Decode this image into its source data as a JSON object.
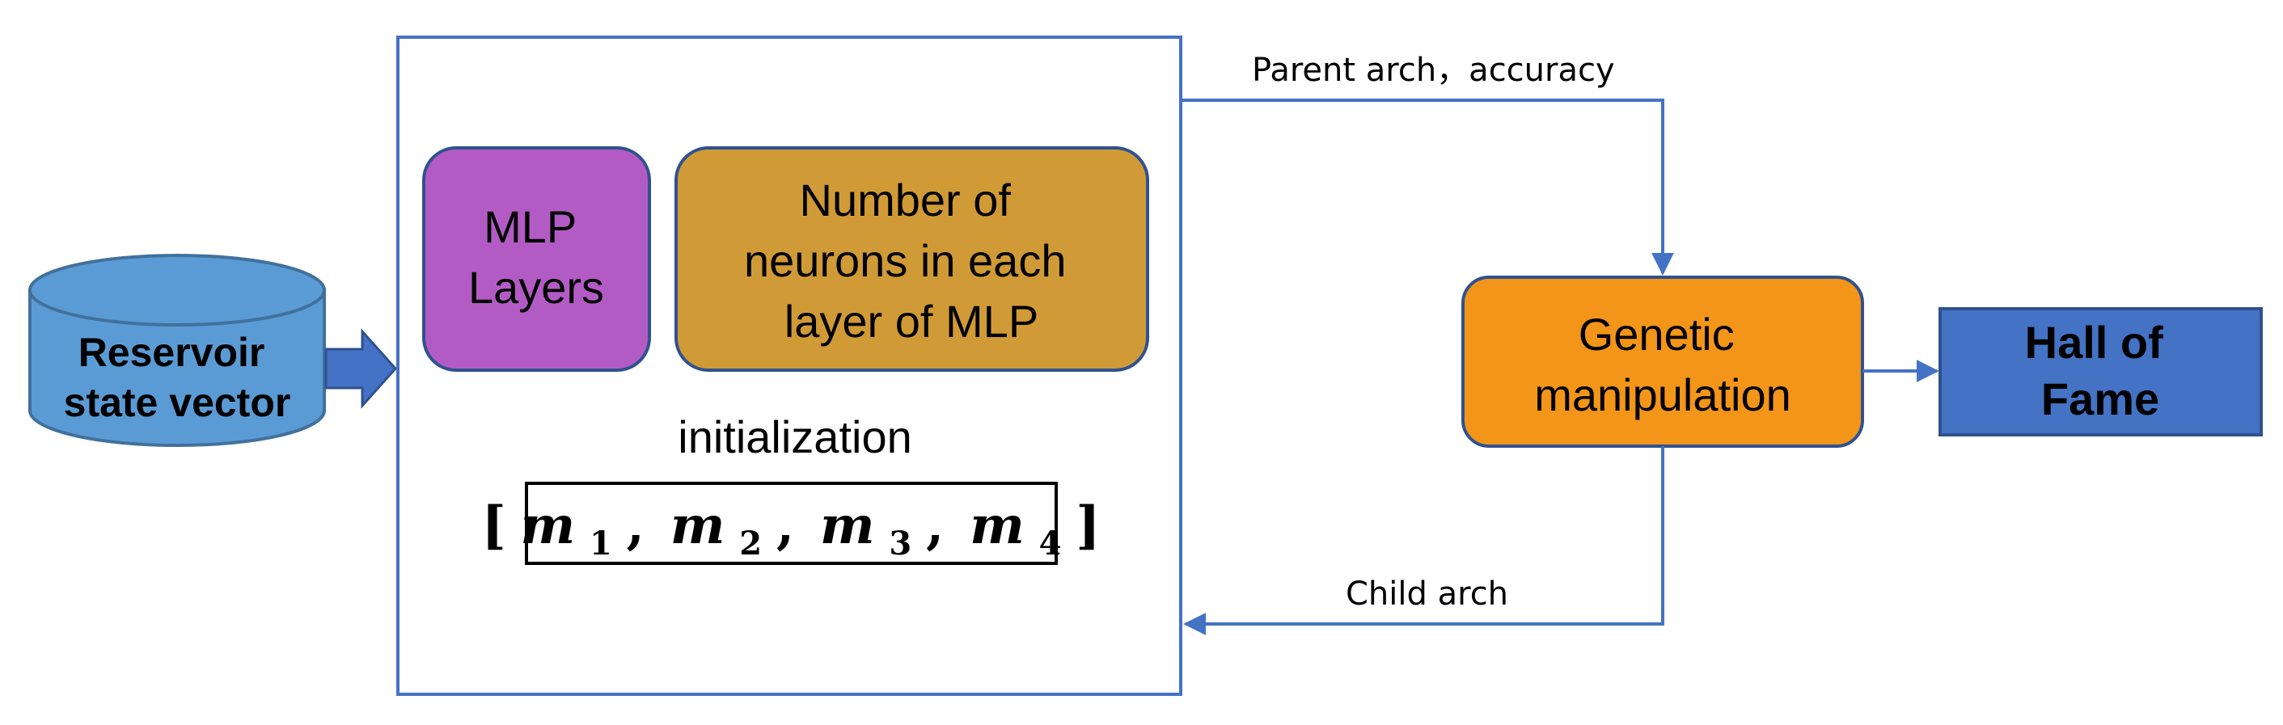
{
  "nodes": {
    "reservoir": {
      "lines": [
        "Reservoir",
        "state vector"
      ]
    },
    "mlp_layers": {
      "lines": [
        "MLP",
        "Layers"
      ]
    },
    "neurons": {
      "lines": [
        "Number of",
        "neurons in each",
        "layer of MLP"
      ]
    },
    "initialization": {
      "label": "initialization"
    },
    "vector": {
      "open": "[",
      "close": "]",
      "symbol": "m",
      "subscripts": [
        "1",
        "2",
        "3",
        "4"
      ],
      "separator": ","
    },
    "genetic": {
      "lines": [
        "Genetic",
        "manipulation"
      ]
    },
    "hall": {
      "lines": [
        "Hall of",
        "Fame"
      ]
    }
  },
  "edges": {
    "parent": {
      "label": "Parent arch，accuracy"
    },
    "child": {
      "label": "Child arch"
    }
  },
  "colors": {
    "reservoir_fill": "#5B9BD5",
    "reservoir_stroke": "#41719C",
    "frame_stroke": "#4472C4",
    "mlp_fill": "#B35BC4",
    "neurons_fill": "#D09A36",
    "genetic_fill": "#F39519",
    "hall_fill": "#4472C4",
    "box_stroke": "#2F528F",
    "arrow": "#4472C4",
    "white_text": "#FFFFFF",
    "black_text": "#000000"
  }
}
